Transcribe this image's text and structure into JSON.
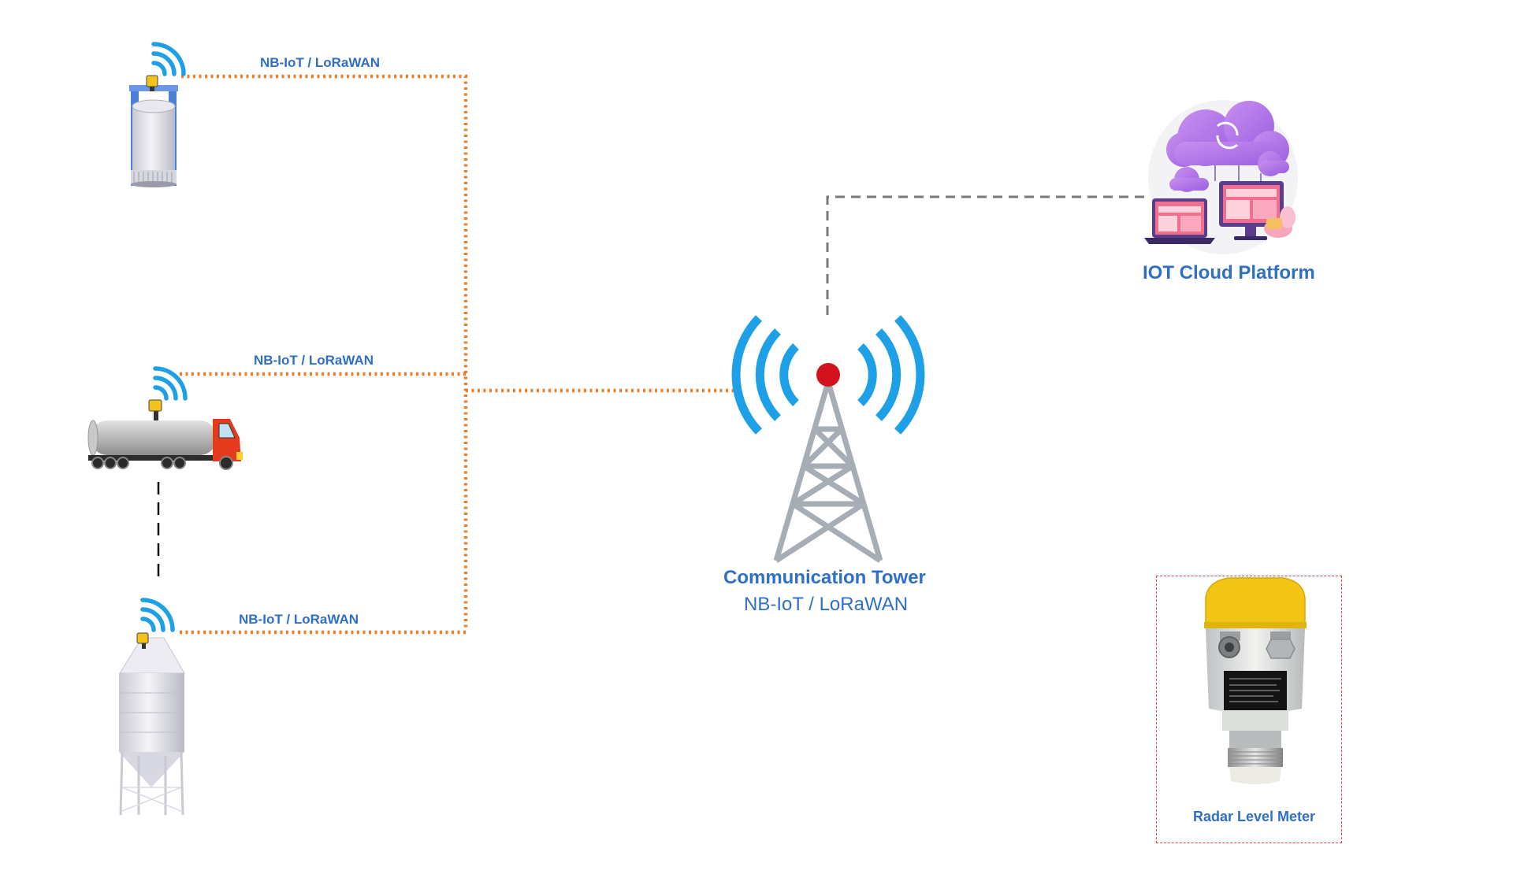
{
  "colors": {
    "wireless_link": "#f07d2a",
    "cloud_link": "#7a7a7a",
    "label_blue": "#2f6fc6",
    "signal_blue": "#1ea0e6",
    "tower_gray": "#a6adb5",
    "beacon_red": "#d2121c",
    "highlight_box": "#e0404a"
  },
  "icons": [
    "tank-icon",
    "tanker-truck-icon",
    "silo-icon",
    "wifi-signal-icon",
    "radar-sensor-icon",
    "communication-tower-icon",
    "cloud-platform-icon",
    "radar-level-meter-photo"
  ],
  "links": {
    "tank": "NB-IoT / LoRaWAN",
    "truck": "NB-IoT / LoRaWAN",
    "silo": "NB-IoT / LoRaWAN"
  },
  "tower": {
    "title": "Communication Tower",
    "subtitle": "NB-IoT / LoRaWAN"
  },
  "cloud": {
    "title": "IOT Cloud Platform"
  },
  "radar": {
    "title": "Radar Level Meter"
  }
}
